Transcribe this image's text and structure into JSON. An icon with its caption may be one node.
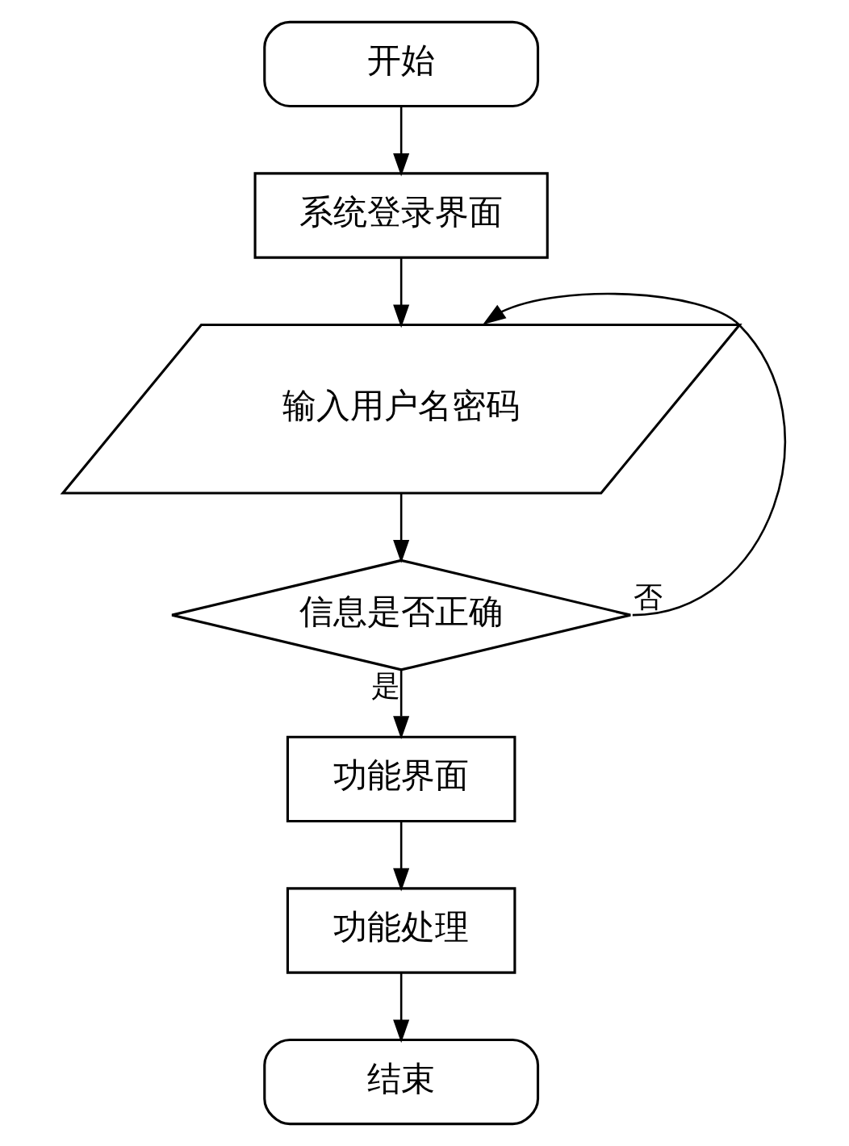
{
  "diagram": {
    "nodes": [
      {
        "text": [
          "开始"
        ]
      },
      {
        "text": [
          "系统登录界面"
        ]
      },
      {
        "text": [
          "输入用户名密码"
        ]
      },
      {
        "text": [
          "信息是否正确"
        ]
      },
      {
        "text": [
          "功能界面"
        ]
      },
      {
        "text": [
          "功能处理"
        ]
      },
      {
        "text": [
          "结束"
        ]
      }
    ],
    "edges": [
      {
        "from": 0,
        "to": 1,
        "arrow": "to"
      },
      {
        "from": 1,
        "to": 2,
        "arrow": "to"
      },
      {
        "from": 2,
        "to": 3,
        "arrow": "to"
      },
      {
        "from": 3,
        "to": 2,
        "label": "否",
        "arrow": "to"
      },
      {
        "from": 3,
        "to": 4,
        "label": "是",
        "arrow": "to"
      },
      {
        "from": 4,
        "to": 5,
        "arrow": "to"
      },
      {
        "from": 5,
        "to": 6,
        "arrow": "to"
      }
    ]
  }
}
